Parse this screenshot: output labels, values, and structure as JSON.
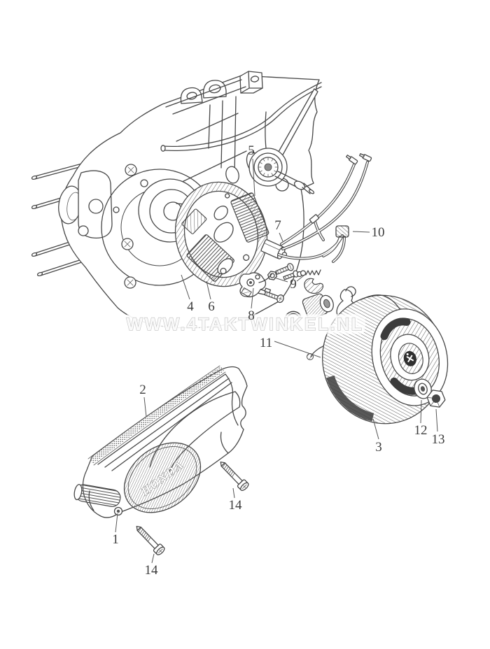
{
  "watermark": {
    "text": "WWW.4TAKTWINKEL.NL",
    "color": "#c6c6c6"
  },
  "emblem": {
    "text": "HONDA"
  },
  "colors": {
    "background": "#ffffff",
    "line_art": "#474747",
    "callout_text": "#3c3c3c",
    "watermark_outline": "#c6c6c6"
  },
  "callouts": [
    {
      "id": "1",
      "label": "1"
    },
    {
      "id": "2",
      "label": "2"
    },
    {
      "id": "3",
      "label": "3"
    },
    {
      "id": "4",
      "label": "4"
    },
    {
      "id": "5",
      "label": "5"
    },
    {
      "id": "6",
      "label": "6"
    },
    {
      "id": "7",
      "label": "7"
    },
    {
      "id": "8",
      "label": "8"
    },
    {
      "id": "9",
      "label": "9"
    },
    {
      "id": "10",
      "label": "10"
    },
    {
      "id": "11",
      "label": "11"
    },
    {
      "id": "12",
      "label": "12"
    },
    {
      "id": "13",
      "label": "13"
    },
    {
      "id": "14",
      "label": "14"
    },
    {
      "id": "14b",
      "label": "14"
    }
  ]
}
